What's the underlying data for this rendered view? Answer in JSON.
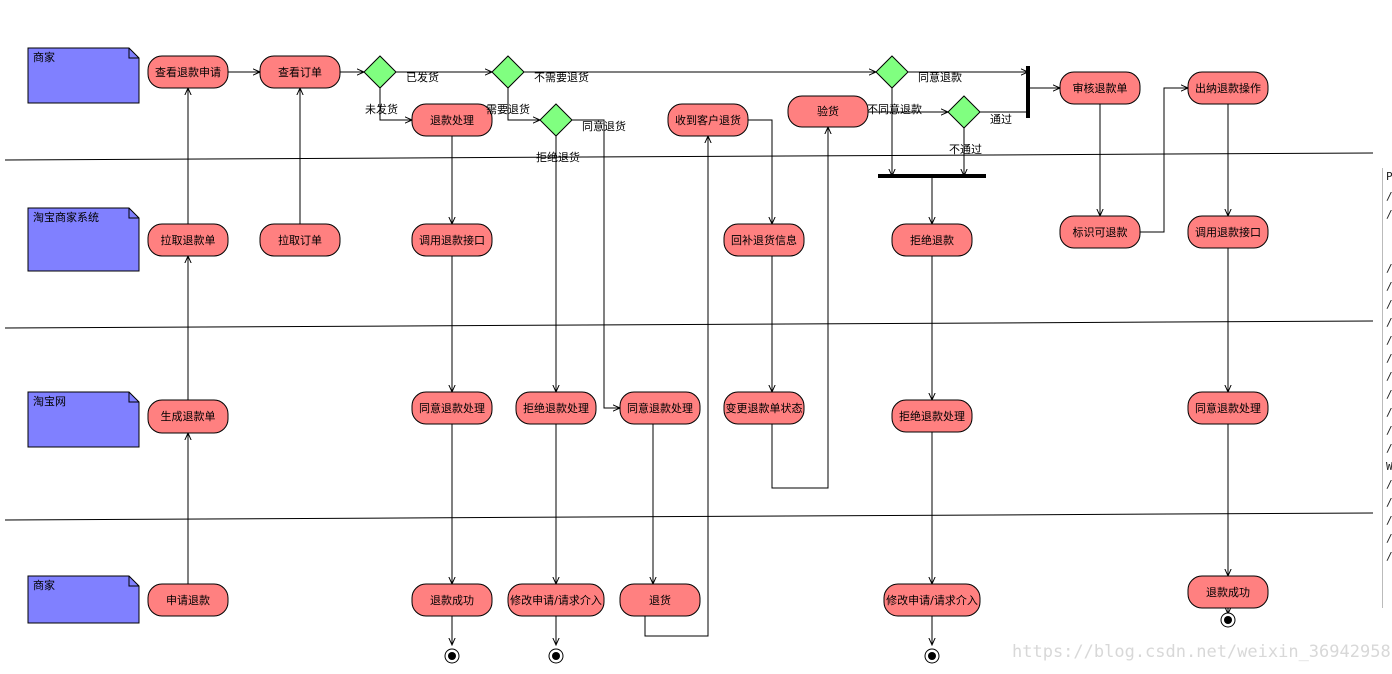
{
  "lanes": [
    {
      "label": "商家"
    },
    {
      "label": "淘宝商家系统"
    },
    {
      "label": "淘宝网"
    },
    {
      "label": "商家"
    }
  ],
  "activities": {
    "view_refund_request": "查看退款申请",
    "view_order": "查看订单",
    "refund_process": "退款处理",
    "receive_customer_return": "收到客户退货",
    "inspect_goods": "验货",
    "review_refund": "审核退款单",
    "cashier_refund": "出纳退款操作",
    "pull_refund": "拉取退款单",
    "pull_order": "拉取订单",
    "call_refund_api_1": "调用退款接口",
    "fill_return_info": "回补退货信息",
    "reject_refund": "拒绝退款",
    "mark_refundable": "标识可退款",
    "call_refund_api_2": "调用退款接口",
    "create_refund": "生成退款单",
    "agree_refund_1": "同意退款处理",
    "reject_refund_process_1": "拒绝退款处理",
    "agree_refund_2": "同意退款处理",
    "change_refund_status": "变更退款单状态",
    "reject_refund_process_2": "拒绝退款处理",
    "agree_refund_3": "同意退款处理",
    "apply_refund": "申请退款",
    "refund_success_1": "退款成功",
    "modify_or_intervene_1": "修改申请/请求介入",
    "return_goods": "退货",
    "modify_or_intervene_2": "修改申请/请求介入",
    "refund_success_2": "退款成功"
  },
  "guards": {
    "shipped": "已发货",
    "not_shipped": "未发货",
    "no_return_needed": "不需要退货",
    "return_needed": "需要退货",
    "agree_return": "同意退货",
    "reject_return": "拒绝退货",
    "disagree_refund": "不同意退款",
    "agree_refund": "同意退款",
    "passed": "通过",
    "not_passed": "不通过"
  },
  "right_panel_chars": [
    "P",
    "/",
    "/",
    "/",
    "/",
    "/",
    "/",
    "/",
    "/",
    "/",
    "/",
    "/",
    "/",
    "/",
    "W",
    "/",
    "/",
    "/",
    "/",
    "/"
  ],
  "watermark": "https://blog.csdn.net/weixin_36942958",
  "colors": {
    "activity_fill": "#ff8080",
    "decision_fill": "#80ff80",
    "lane_note_fill": "#8080ff",
    "line": "#000000"
  }
}
